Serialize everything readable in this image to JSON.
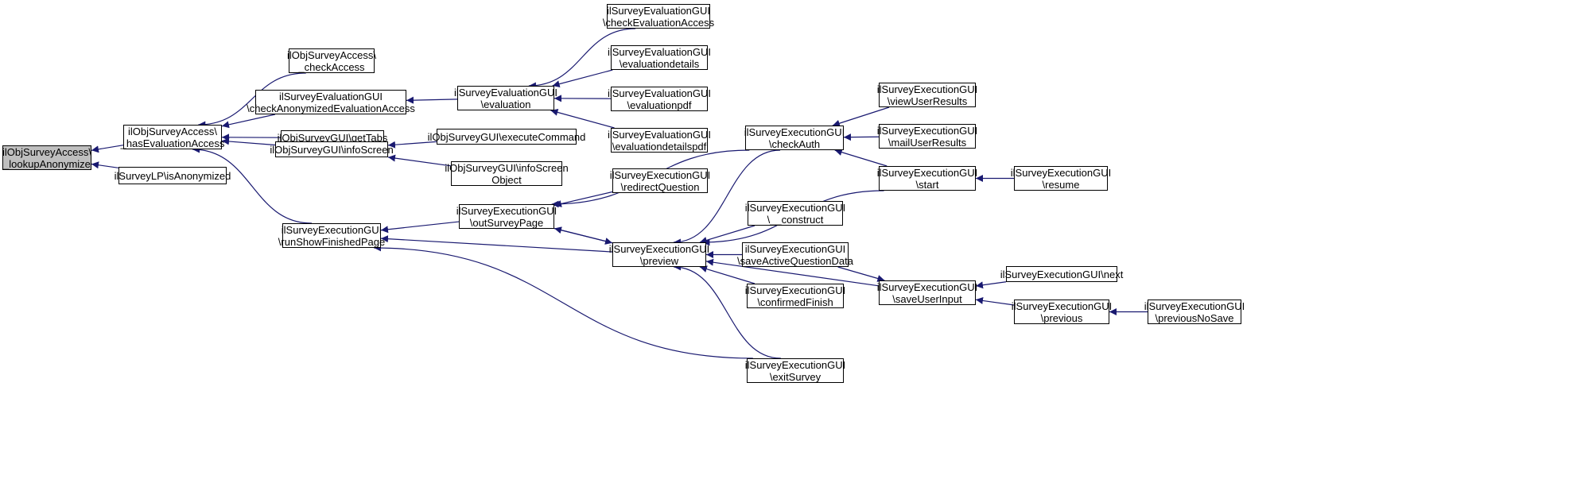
{
  "colors": {
    "edge": "#191970",
    "root_fill": "#bfbfbf",
    "node_fill": "#ffffff",
    "border": "#000000"
  },
  "nodes": [
    {
      "id": "n0",
      "lines": [
        "ilObjSurveyAccess\\",
        "_lookupAnonymize"
      ],
      "root": true
    },
    {
      "id": "n1",
      "lines": [
        "ilObjSurveyAccess\\",
        "_hasEvaluationAccess"
      ]
    },
    {
      "id": "n2",
      "lines": [
        "ilSurveyLP\\isAnonymized"
      ]
    },
    {
      "id": "n3",
      "lines": [
        "ilObjSurveyAccess\\",
        "_checkAccess"
      ]
    },
    {
      "id": "n4",
      "lines": [
        "ilSurveyEvaluationGUI",
        "\\checkAnonymizedEvaluationAccess"
      ]
    },
    {
      "id": "n5",
      "lines": [
        "ilObjSurveyGUI\\getTabs"
      ]
    },
    {
      "id": "n6",
      "lines": [
        "ilObjSurveyGUI\\infoScreen"
      ]
    },
    {
      "id": "n7",
      "lines": [
        "ilSurveyExecutionGUI",
        "\\runShowFinishedPage"
      ]
    },
    {
      "id": "n8",
      "lines": [
        "ilSurveyEvaluationGUI",
        "\\evaluation"
      ]
    },
    {
      "id": "n9",
      "lines": [
        "ilObjSurveyGUI\\executeCommand"
      ]
    },
    {
      "id": "n10",
      "lines": [
        "ilObjSurveyGUI\\infoScreen",
        "Object"
      ]
    },
    {
      "id": "n11",
      "lines": [
        "ilSurveyExecutionGUI",
        "\\outSurveyPage"
      ]
    },
    {
      "id": "n12",
      "lines": [
        "ilSurveyExecutionGUI",
        "\\preview"
      ]
    },
    {
      "id": "n13",
      "lines": [
        "ilSurveyEvaluationGUI",
        "\\checkEvaluationAccess"
      ]
    },
    {
      "id": "n14",
      "lines": [
        "ilSurveyEvaluationGUI",
        "\\evaluationdetails"
      ]
    },
    {
      "id": "n15",
      "lines": [
        "ilSurveyEvaluationGUI",
        "\\evaluationpdf"
      ]
    },
    {
      "id": "n16",
      "lines": [
        "ilSurveyEvaluationGUI",
        "\\evaluationdetailspdf"
      ]
    },
    {
      "id": "n17",
      "lines": [
        "ilSurveyExecutionGUI",
        "\\redirectQuestion"
      ]
    },
    {
      "id": "n18",
      "lines": [
        "ilSurveyExecutionGUI",
        "\\checkAuth"
      ]
    },
    {
      "id": "n19",
      "lines": [
        "ilSurveyExecutionGUI",
        "\\__construct"
      ]
    },
    {
      "id": "n20",
      "lines": [
        "ilSurveyExecutionGUI",
        "\\saveActiveQuestionData"
      ]
    },
    {
      "id": "n21",
      "lines": [
        "ilSurveyExecutionGUI",
        "\\confirmedFinish"
      ]
    },
    {
      "id": "n22",
      "lines": [
        "ilSurveyExecutionGUI",
        "\\exitSurvey"
      ]
    },
    {
      "id": "n23",
      "lines": [
        "ilSurveyExecutionGUI",
        "\\viewUserResults"
      ]
    },
    {
      "id": "n24",
      "lines": [
        "ilSurveyExecutionGUI",
        "\\mailUserResults"
      ]
    },
    {
      "id": "n25",
      "lines": [
        "ilSurveyExecutionGUI",
        "\\start"
      ]
    },
    {
      "id": "n26",
      "lines": [
        "ilSurveyExecutionGUI",
        "\\saveUserInput"
      ]
    },
    {
      "id": "n27",
      "lines": [
        "ilSurveyExecutionGUI",
        "\\resume"
      ]
    },
    {
      "id": "n28",
      "lines": [
        "ilSurveyExecutionGUI\\next"
      ]
    },
    {
      "id": "n29",
      "lines": [
        "ilSurveyExecutionGUI",
        "\\previous"
      ]
    },
    {
      "id": "n30",
      "lines": [
        "ilSurveyExecutionGUI",
        "\\previousNoSave"
      ]
    }
  ],
  "edges": [
    [
      "n1",
      "n0"
    ],
    [
      "n2",
      "n0"
    ],
    [
      "n3",
      "n1"
    ],
    [
      "n4",
      "n1"
    ],
    [
      "n5",
      "n1"
    ],
    [
      "n6",
      "n1"
    ],
    [
      "n7",
      "n1"
    ],
    [
      "n8",
      "n4"
    ],
    [
      "n9",
      "n6"
    ],
    [
      "n10",
      "n6"
    ],
    [
      "n11",
      "n7"
    ],
    [
      "n12",
      "n7"
    ],
    [
      "n22",
      "n7"
    ],
    [
      "n13",
      "n8"
    ],
    [
      "n14",
      "n8"
    ],
    [
      "n15",
      "n8"
    ],
    [
      "n16",
      "n8"
    ],
    [
      "n17",
      "n11"
    ],
    [
      "n18",
      "n11"
    ],
    [
      "n12",
      "n11"
    ],
    [
      "n11",
      "n12"
    ],
    [
      "n18",
      "n12"
    ],
    [
      "n19",
      "n12"
    ],
    [
      "n20",
      "n12"
    ],
    [
      "n21",
      "n12"
    ],
    [
      "n22",
      "n12"
    ],
    [
      "n25",
      "n12"
    ],
    [
      "n26",
      "n12"
    ],
    [
      "n23",
      "n18"
    ],
    [
      "n24",
      "n18"
    ],
    [
      "n25",
      "n18"
    ],
    [
      "n27",
      "n25"
    ],
    [
      "n20",
      "n26"
    ],
    [
      "n28",
      "n26"
    ],
    [
      "n29",
      "n26"
    ],
    [
      "n30",
      "n29"
    ]
  ]
}
